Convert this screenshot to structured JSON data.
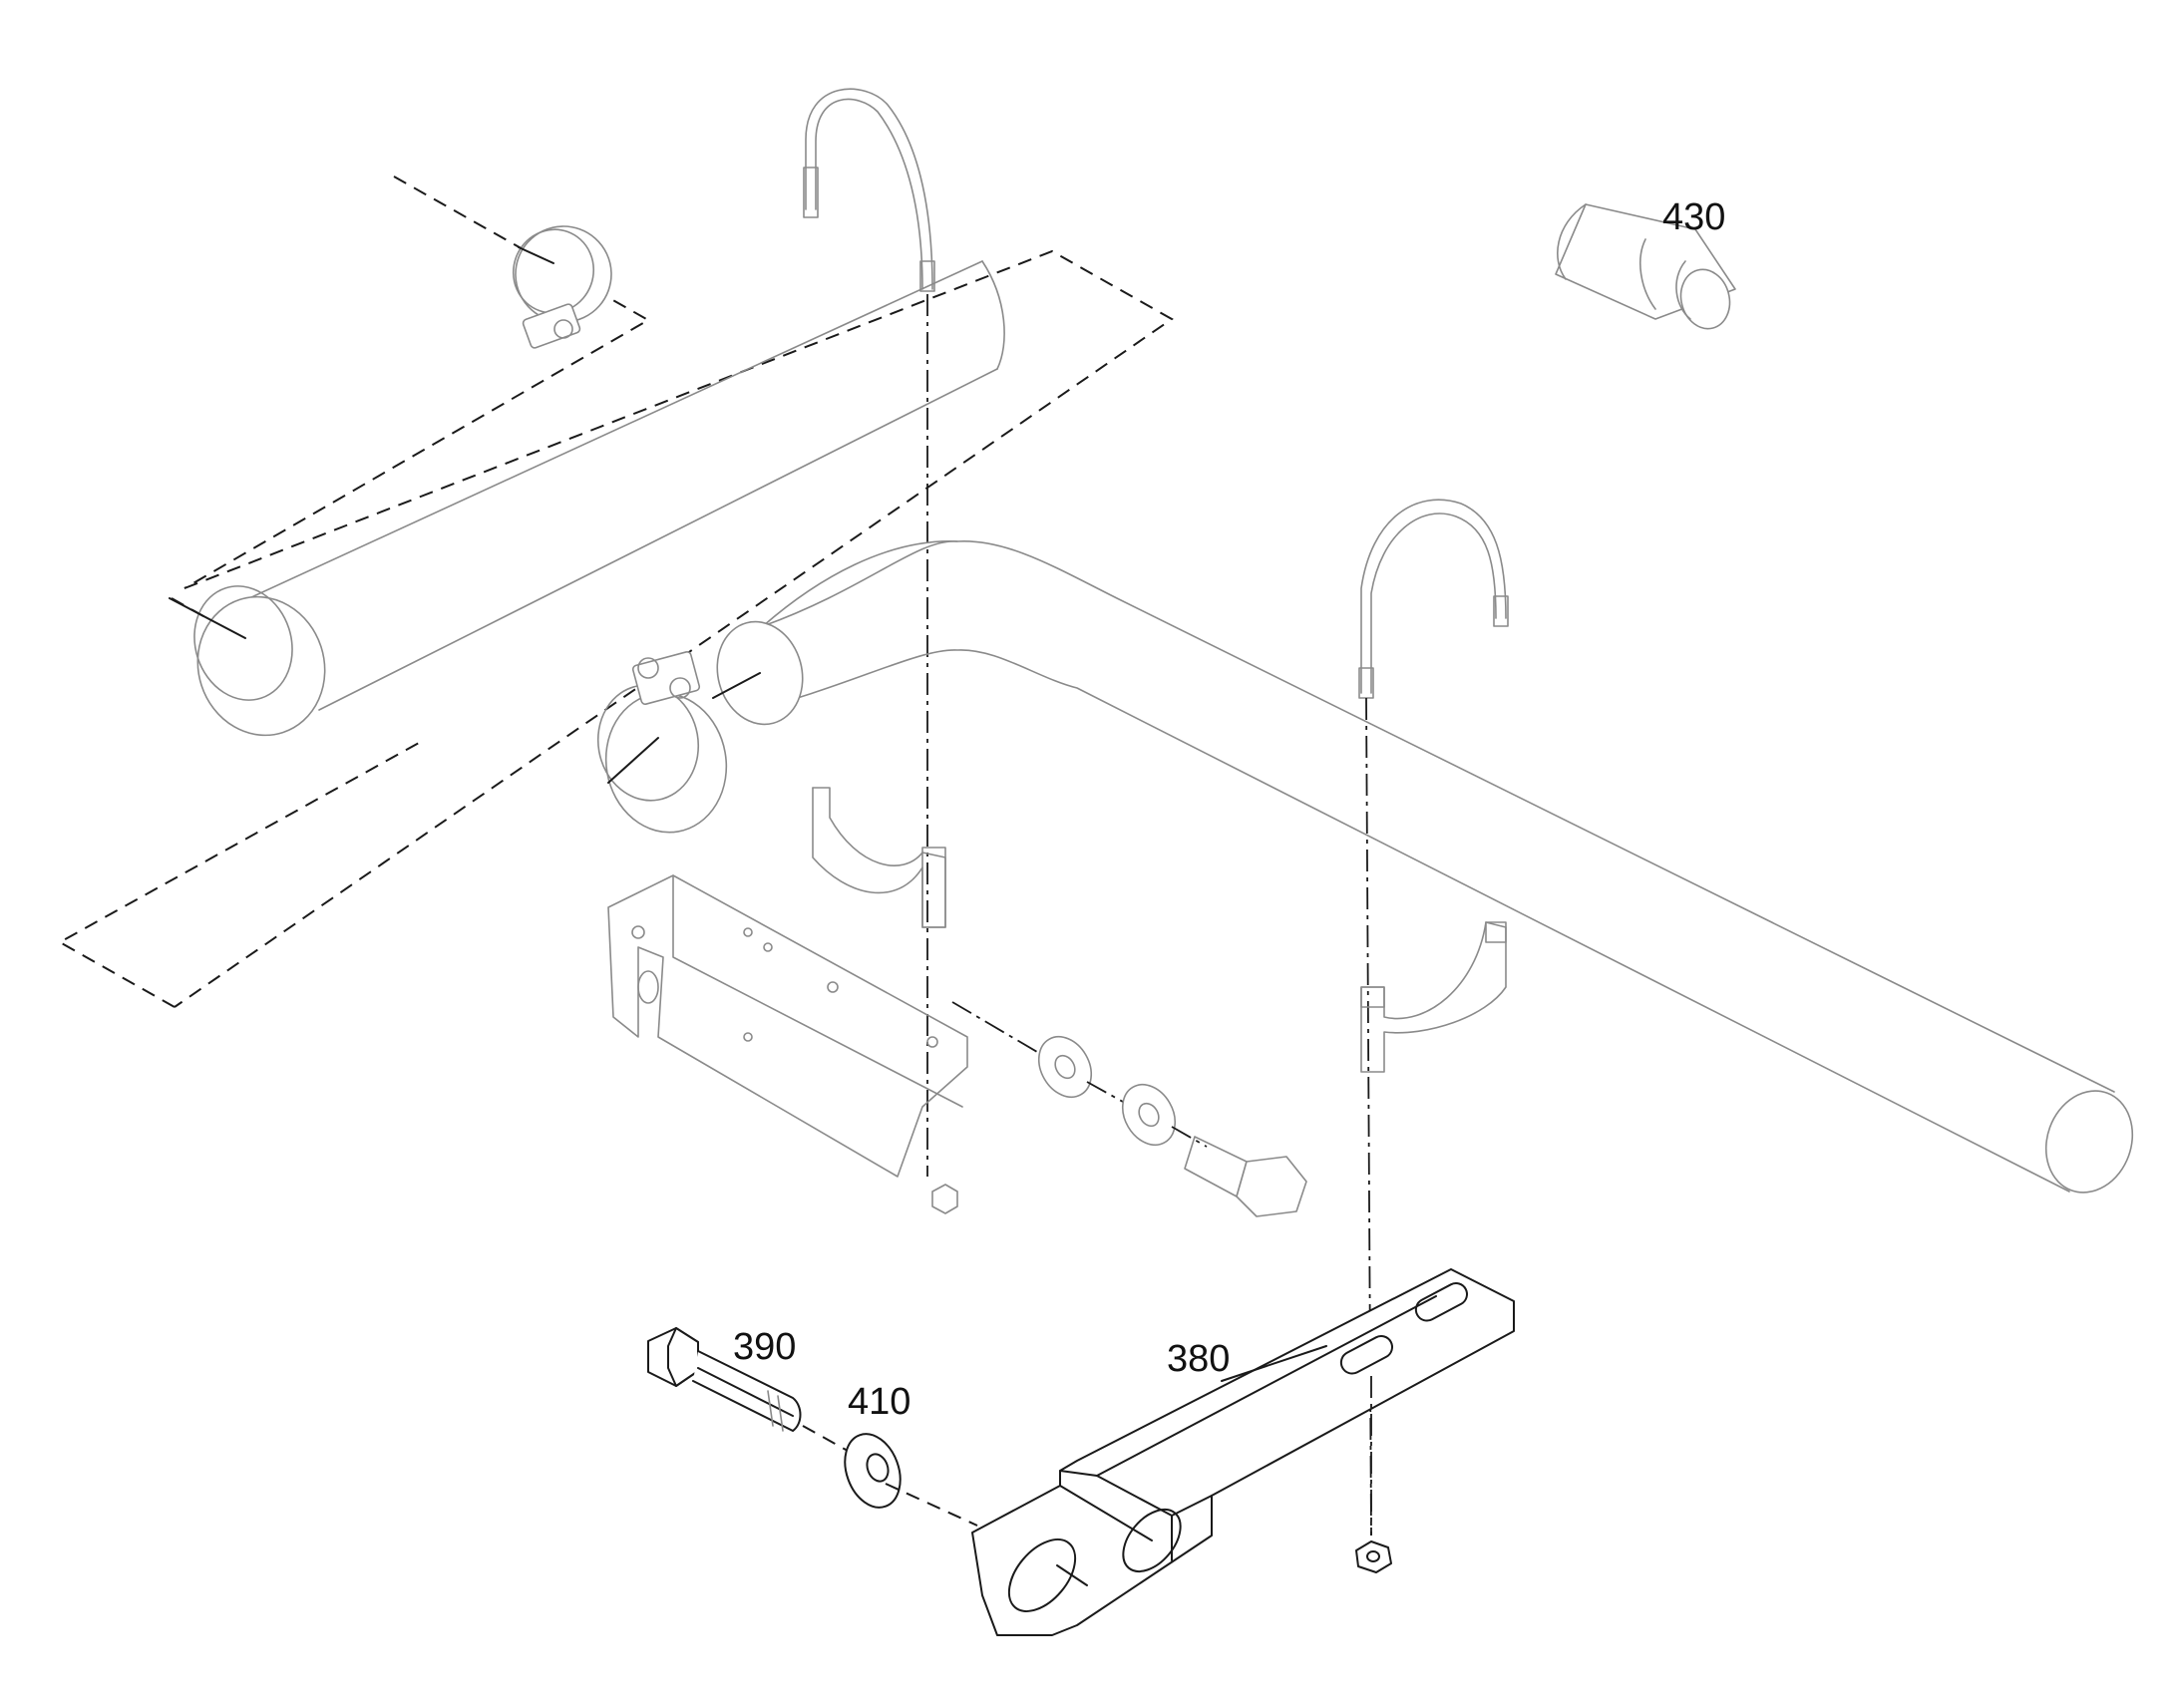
{
  "callouts": {
    "part_430": "430",
    "part_390": "390",
    "part_410": "410",
    "part_380": "380"
  },
  "colors": {
    "line": "#1a1a1a",
    "ghost_line": "#8a8a8a",
    "background": "#ffffff"
  }
}
